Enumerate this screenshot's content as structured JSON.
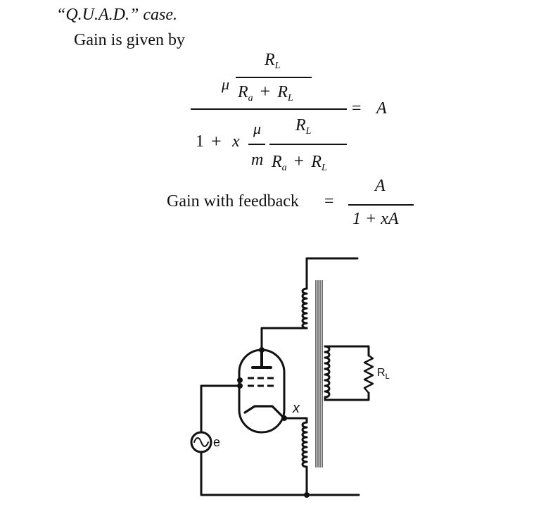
{
  "header": {
    "title": "“Q.U.A.D.” case.",
    "intro": "Gain is given by"
  },
  "formula1": {
    "mu": "μ",
    "R": "R",
    "L": "L",
    "a": "a",
    "plus": "+",
    "one": "1",
    "x": "x",
    "m": "m",
    "equals": "=",
    "A": "A"
  },
  "formula2": {
    "label": "Gain with feedback",
    "equals": "=",
    "numerator": "A",
    "denominator": "1 + xA"
  },
  "circuit": {
    "x_label": "x",
    "e_label": "e",
    "rl_label_R": "R",
    "rl_label_sub": "L"
  }
}
